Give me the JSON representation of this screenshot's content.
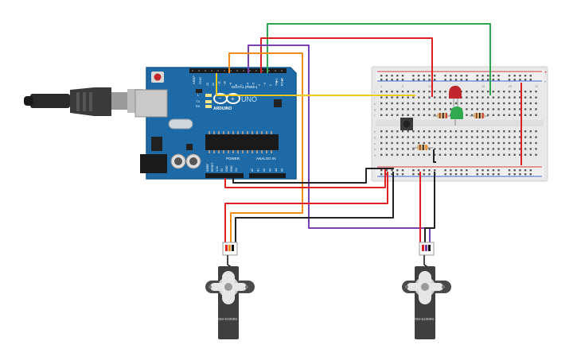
{
  "arduino": {
    "brand": "ARDUINO",
    "model": "UNO",
    "digital_label": "DIGITAL (PWM~)",
    "analog_label": "ANALOG IN",
    "power_label": "POWER",
    "led_labels": [
      "L",
      "TX",
      "RX"
    ],
    "aref_label": "AREF",
    "gnd_label": "GND",
    "ioref_label": "IOREF",
    "reset_label": "RESET",
    "pin_3v3": "3.3V",
    "pin_5v": "5V",
    "pin_vin": "Vin",
    "digital_pins": [
      "13",
      "12",
      "~11",
      "~10",
      "~9",
      "8",
      "7",
      "~6",
      "~5",
      "4",
      "~3",
      "2",
      "TX▶1",
      "RX◀0"
    ],
    "analog_pins": [
      "A0",
      "A1",
      "A2",
      "A3",
      "A4",
      "A5"
    ],
    "board_color": "#1d6aa6"
  },
  "breadboard": {
    "rail_plus": "+",
    "rail_minus": "-",
    "row_letters_top": [
      "j",
      "i",
      "h",
      "g",
      "f"
    ],
    "row_letters_bottom": [
      "e",
      "d",
      "c",
      "b",
      "a"
    ],
    "column_numbers": [
      "1",
      "5",
      "10",
      "15",
      "20",
      "25",
      "30"
    ]
  },
  "components": {
    "led_red_color": "#c0262b",
    "led_green_color": "#2fa84f",
    "resistor_color": "#d6b17a"
  },
  "servos": [
    {
      "label": "SM-S2309S"
    },
    {
      "label": "SM-S2309S"
    }
  ],
  "wire_colors": {
    "red": "#e02020",
    "black": "#222222",
    "green": "#2fa84f",
    "orange": "#f08a1a",
    "purple": "#7a3fb0",
    "yellow": "#f2c81c"
  }
}
